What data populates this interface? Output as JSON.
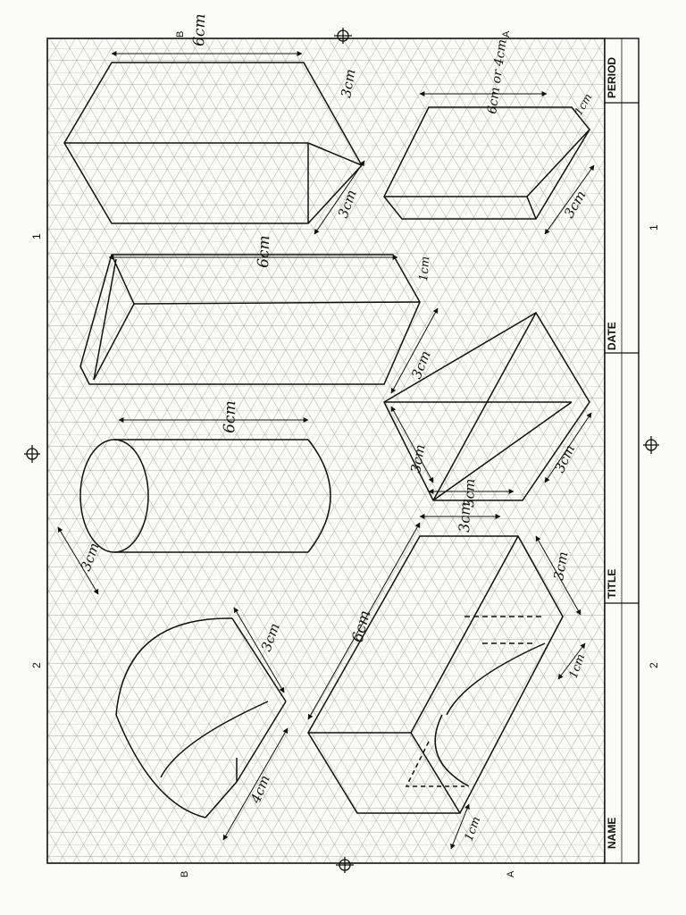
{
  "sheet": {
    "zone_numbers": {
      "top_right": "1",
      "top_left": "2",
      "bottom_right": "1",
      "bottom_left": "2"
    },
    "section_labels": {
      "b_top": "B",
      "a_top": "A",
      "b_bottom": "B",
      "a_bottom": "A"
    }
  },
  "title_block": {
    "period_label": "PERIOD",
    "date_label": "DATE",
    "title_label": "TITLE",
    "name_label": "NAME"
  },
  "dimensions": {
    "tall_prism_length": "6cm",
    "tall_prism_width": "3cm",
    "tall_prism_depth": "3cm",
    "small_block_height": "6cm or 4cm",
    "small_block_depth": "1cm",
    "small_block_width": "3cm",
    "thin_prism_length": "6cm",
    "thin_prism_depth": "1cm",
    "thin_prism_width": "3cm",
    "cylinder_length": "6cm",
    "cylinder_radius": "3cm",
    "wedge_side": "3cm",
    "wedge_height": "3cm",
    "wedge_width": "3cm",
    "cutout_length": "6cm",
    "cutout_width": "3cm",
    "cutout_depth": "3cm",
    "cutout_notch_a": "1cm",
    "cutout_notch_b": "1cm",
    "quarter_round_width": "3cm",
    "quarter_round_length": "4cm"
  }
}
